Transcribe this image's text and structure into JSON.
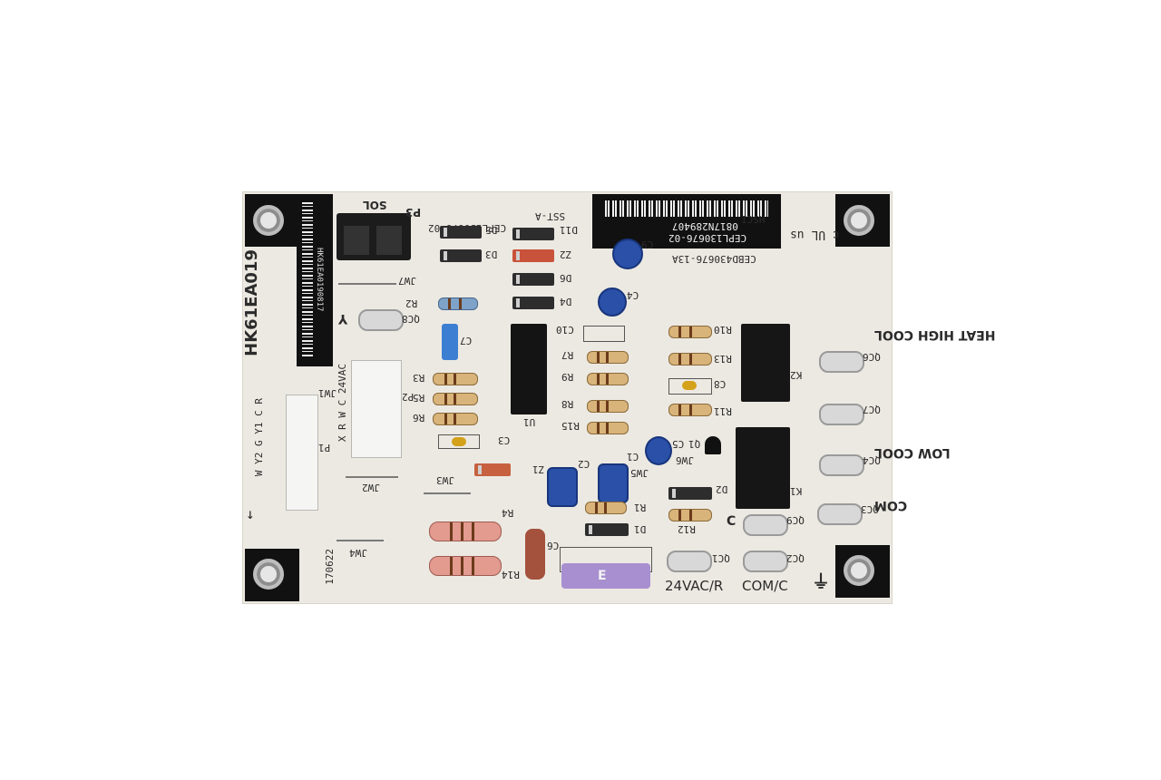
{
  "board": {
    "part_number": "CEPL130676-02",
    "model_vertical": "HK61EA019",
    "small_vertical_code": "HK61EA0190817",
    "sticker_code": "0817N289407",
    "sticker_part": "CEPL130676-02",
    "sub_part": "CEBD430676-13A",
    "sst_label": "SST-A",
    "date_code": "170622",
    "fuse_letter": "E"
  },
  "terminals": {
    "heat_high_cool": "HEAT HIGH COOL",
    "low_cool": "LOW COOL",
    "com": "COM",
    "c": "C",
    "vac_r": "24VAC/R",
    "com_c": "COM/C",
    "y": "Y",
    "sol": "SOL",
    "p3": "P3",
    "p1": "P1",
    "p2": "P2",
    "p1_pins": "W Y2 G Y1 C R",
    "p2_pins": "X R W C 24VAC"
  },
  "refs": {
    "jw7": "JW7",
    "r2": "R2",
    "qc8": "QC8",
    "c7": "C7",
    "r3": "R3",
    "r5": "R5",
    "r6": "R6",
    "c3": "C3",
    "jw3": "JW3",
    "jw2": "JW2",
    "jw4": "JW4",
    "jw1": "JW1",
    "z1": "Z1",
    "r4": "R4",
    "r14": "R14",
    "c6": "C6",
    "u1": "U1",
    "c10": "C10",
    "r7": "R7",
    "r9": "R9",
    "r8": "R8",
    "r15": "R15",
    "c2": "C2",
    "c1": "C1",
    "jw5": "JW5",
    "r1": "R1",
    "d1": "D1",
    "d5": "D5",
    "d3": "D3",
    "d11": "D11",
    "z2": "Z2",
    "d6": "D6",
    "d4": "D4",
    "c9": "C9",
    "c4": "C4",
    "r10": "R10",
    "r13": "R13",
    "c8": "C8",
    "r11": "R11",
    "c5": "C5",
    "q1": "Q1",
    "jw6": "JW6",
    "d2": "D2",
    "r12": "R12",
    "k2": "K2",
    "k1": "K1",
    "qc6": "QC6",
    "qc7": "QC7",
    "qc4": "QC4",
    "qc3": "QC3",
    "qc9": "QC9",
    "qc1": "QC1",
    "qc2": "QC2",
    "hsci": "HSCI",
    "ul": "c UL us"
  },
  "colors": {
    "board": "#ece9e2",
    "silkscreen": "#2b2b2b",
    "relay": "#161616",
    "capacitor": "#2a50a8",
    "fuse": "#a88fd0",
    "connector": "#f5f5f3"
  }
}
